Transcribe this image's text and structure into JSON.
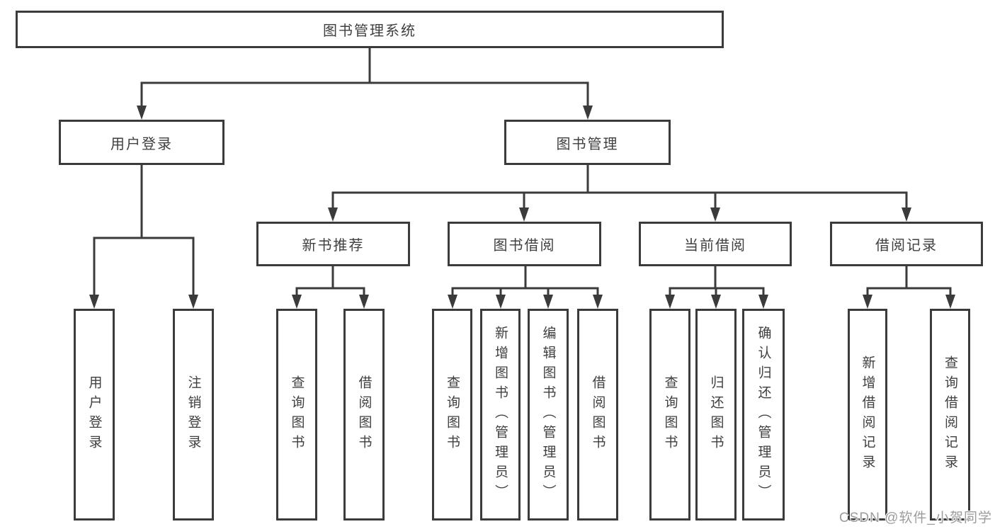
{
  "nodes": {
    "root": "图书管理系统",
    "user_login": "用户登录",
    "book_mgmt": "图书管理",
    "new_book": "新书推荐",
    "book_borrow": "图书借阅",
    "current_borrow": "当前借阅",
    "borrow_record": "借阅记录",
    "leaf_user_login": "用户登录",
    "leaf_logout": "注销登录",
    "leaf_nb_query": "查询图书",
    "leaf_nb_borrow": "借阅图书",
    "leaf_bb_query": "查询图书",
    "leaf_bb_add": "新增图书（管理员）",
    "leaf_bb_edit": "编辑图书（管理员）",
    "leaf_bb_borrow": "借阅图书",
    "leaf_cb_query": "查询图书",
    "leaf_cb_return": "归还图书",
    "leaf_cb_confirm": "确认归还（管理员）",
    "leaf_br_add": "新增借阅记录",
    "leaf_br_query": "查询借阅记录"
  },
  "colors": {
    "line": "#3b3b3b",
    "text": "#3f3f3f",
    "watermark": "#9c9c9c"
  },
  "watermark": "CSDN @软件_小贺同学"
}
